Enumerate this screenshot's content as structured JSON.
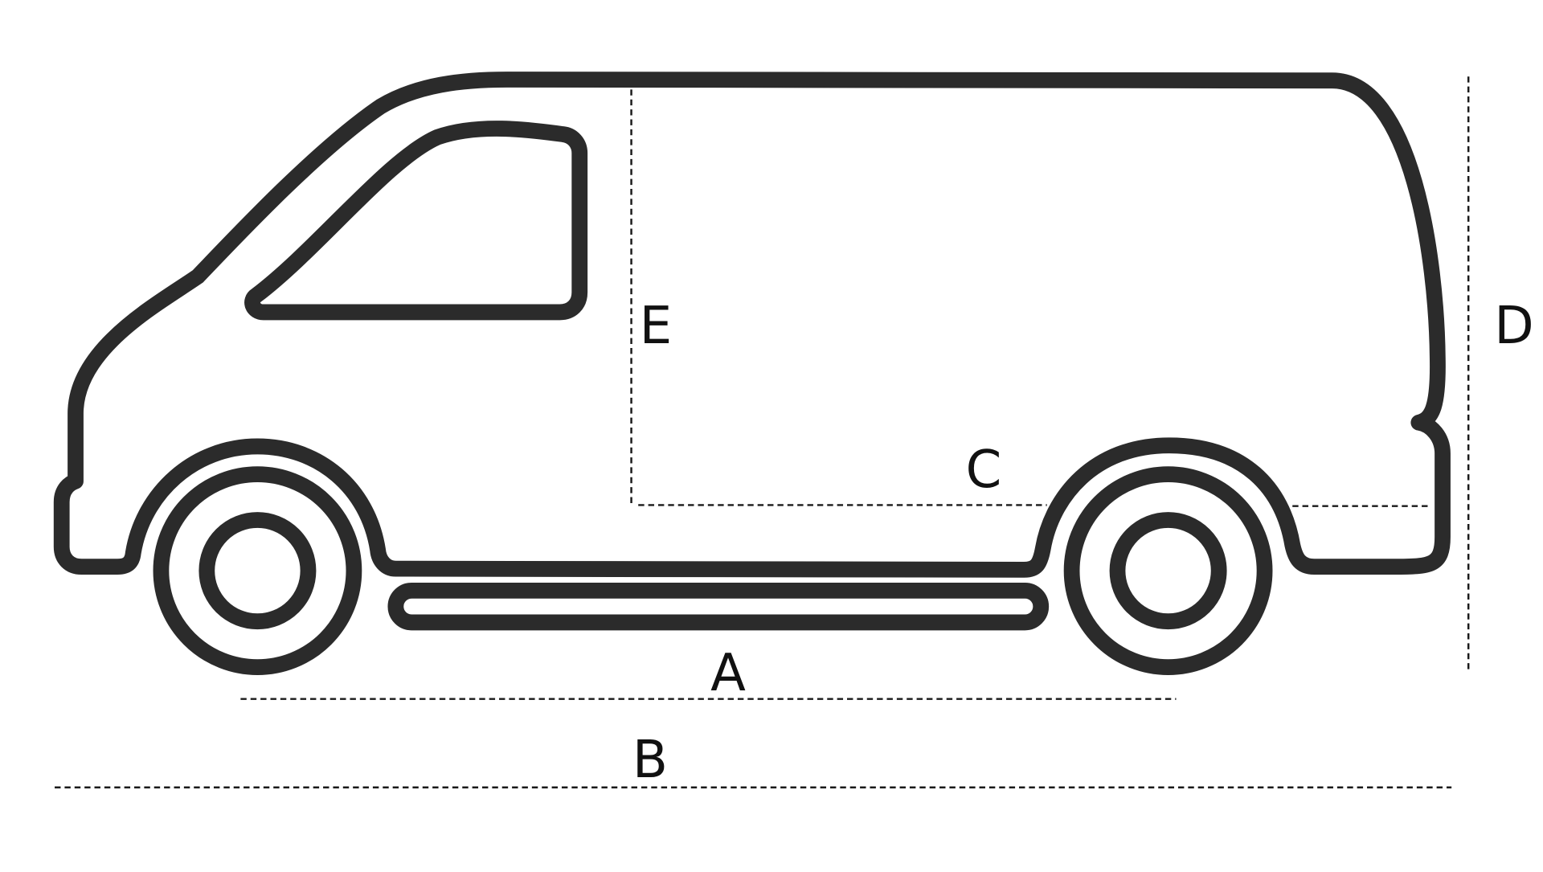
{
  "colors": {
    "outline": "#2b2b2b",
    "dimension_line": "#1a1a1a",
    "label": "#111111",
    "background": "#ffffff"
  },
  "dimensions": {
    "A": "A",
    "B": "B",
    "C": "C",
    "D": "D",
    "E": "E"
  }
}
